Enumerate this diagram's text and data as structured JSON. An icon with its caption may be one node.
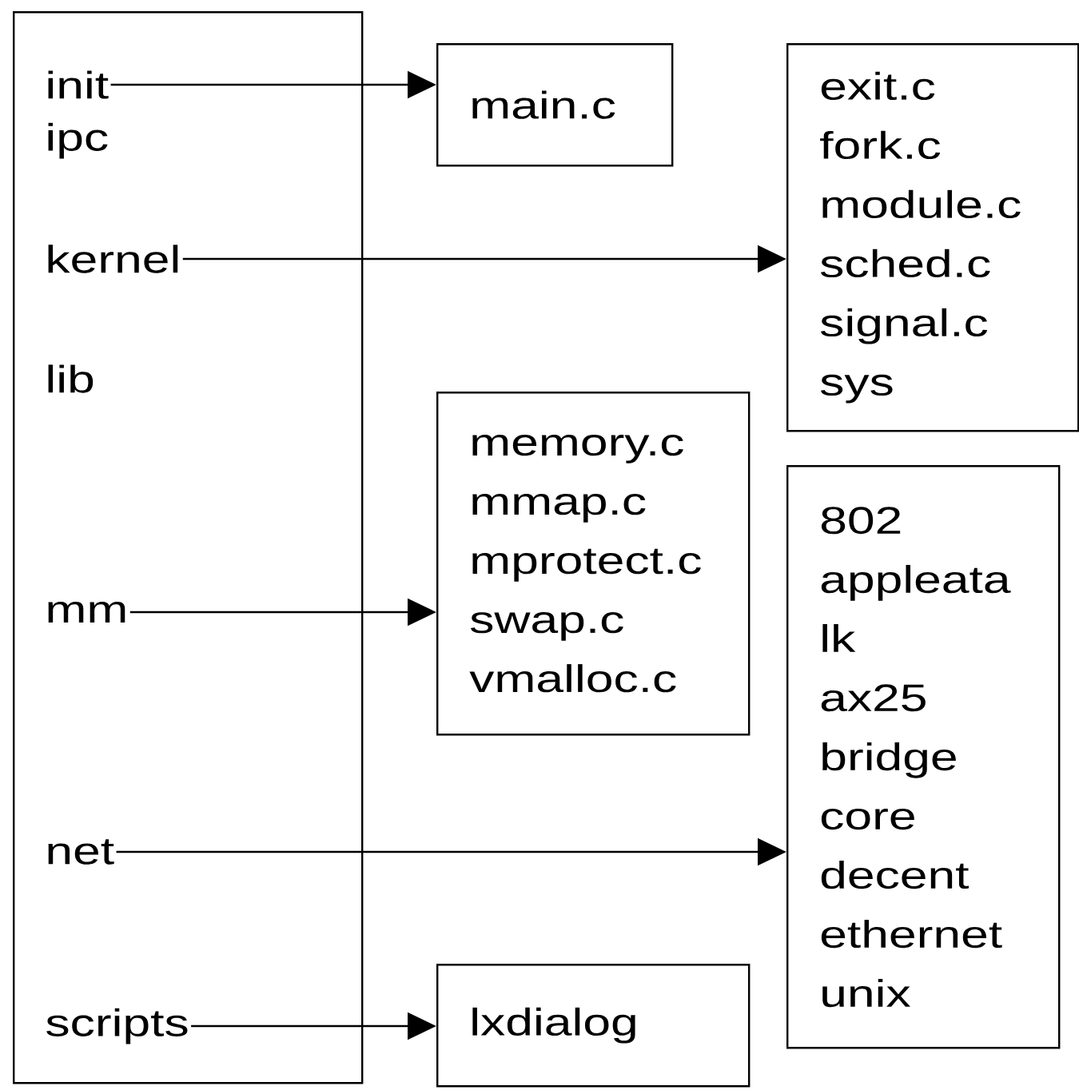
{
  "diagram": {
    "nodes": [
      {
        "text": [],
        "shape": "box"
      },
      {
        "text": [
          "init"
        ],
        "in": 0
      },
      {
        "text": [
          "ipc"
        ],
        "in": 0
      },
      {
        "text": [
          "kernel"
        ],
        "in": 0
      },
      {
        "text": [
          "lib"
        ],
        "in": 0
      },
      {
        "text": [
          "mm"
        ],
        "in": 0
      },
      {
        "text": [
          "net"
        ],
        "in": 0
      },
      {
        "text": [
          "scripts"
        ],
        "in": 0
      },
      {
        "text": [
          "main.c"
        ]
      },
      {
        "text": [
          "exit.c",
          "fork.c",
          "module.c",
          "sched.c",
          "signal.c",
          "sys"
        ]
      },
      {
        "text": [
          "memory.c",
          "mmap.c",
          "mprotect.c",
          "swap.c",
          "vmalloc.c"
        ]
      },
      {
        "text": [
          "802",
          "appleata",
          "lk",
          "ax25",
          "bridge",
          "core",
          "decent",
          "ethernet",
          "unix"
        ]
      },
      {
        "text": [
          "lxdialog"
        ]
      }
    ],
    "edges": [
      {
        "from": 1,
        "to": 8,
        "arrow": "to"
      },
      {
        "from": 3,
        "to": 9,
        "arrow": "to"
      },
      {
        "from": 5,
        "to": 10,
        "arrow": "to"
      },
      {
        "from": 6,
        "to": 11,
        "arrow": "to"
      },
      {
        "from": 7,
        "to": 12,
        "arrow": "to"
      }
    ]
  }
}
